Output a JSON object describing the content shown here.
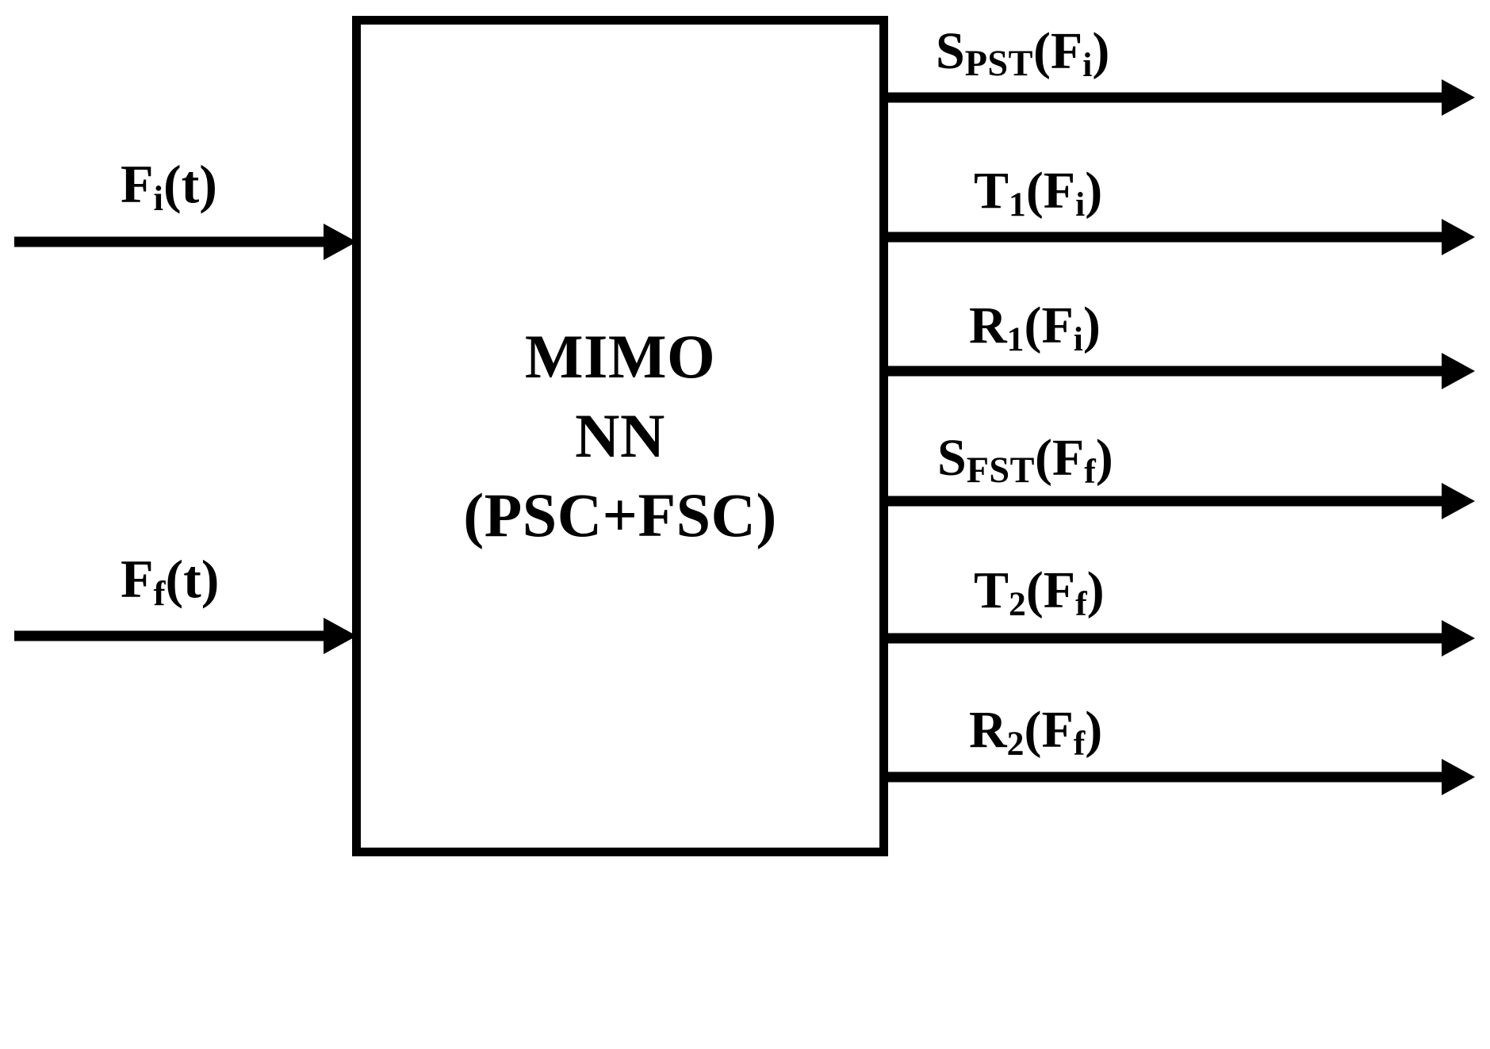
{
  "diagram": {
    "title": "MIMO NN (PSC+FSC) block diagram",
    "block": {
      "name": "mimo-nn-block",
      "lines": [
        "MIMO",
        "NN",
        "(PSC+FSC)"
      ],
      "border_color": "#000000",
      "fill_color": "#ffffff"
    },
    "inputs": [
      {
        "name": "input-fi",
        "label": "F_i(t)",
        "base": "F",
        "sub": "i",
        "suffix": "(t)"
      },
      {
        "name": "input-ff",
        "label": "F_f(t)",
        "base": "F",
        "sub": "f",
        "suffix": "(t)"
      }
    ],
    "outputs": [
      {
        "name": "output-spst-fi",
        "label": "S_PST(F_i)",
        "base": "S",
        "sub": "PST",
        "sub_style": "smallcaps",
        "arg_base": "F",
        "arg_sub": "i"
      },
      {
        "name": "output-t1-fi",
        "label": "T_1(F_i)",
        "base": "T",
        "sub": "1",
        "sub_style": "numeric",
        "arg_base": "F",
        "arg_sub": "i"
      },
      {
        "name": "output-r1-fi",
        "label": "R_1(F_i)",
        "base": "R",
        "sub": "1",
        "sub_style": "numeric",
        "arg_base": "F",
        "arg_sub": "i"
      },
      {
        "name": "output-sfst-ff",
        "label": "S_FST(F_f)",
        "base": "S",
        "sub": "FST",
        "sub_style": "smallcaps",
        "arg_base": "F",
        "arg_sub": "f"
      },
      {
        "name": "output-t2-ff",
        "label": "T_2(F_f)",
        "base": "T",
        "sub": "2",
        "sub_style": "numeric",
        "arg_base": "F",
        "arg_sub": "f"
      },
      {
        "name": "output-r2-ff",
        "label": "R_2(F_f)",
        "base": "R",
        "sub": "2",
        "sub_style": "numeric",
        "arg_base": "F",
        "arg_sub": "f"
      }
    ],
    "colors": {
      "stroke": "#000000",
      "background": "#ffffff"
    }
  }
}
